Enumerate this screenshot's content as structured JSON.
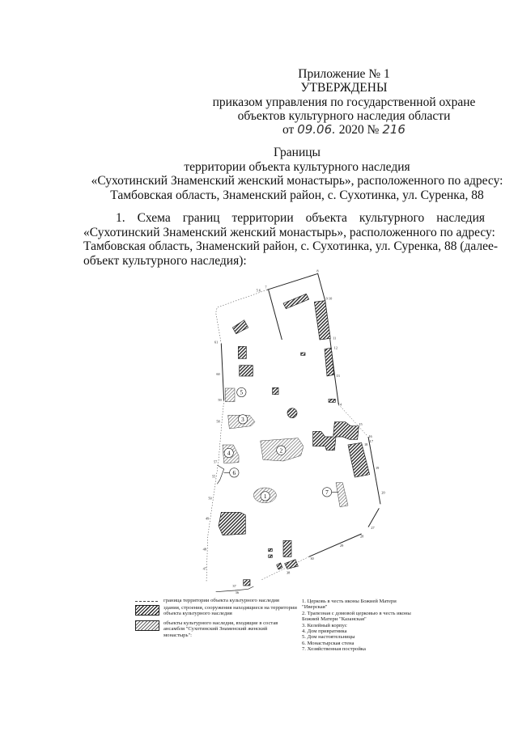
{
  "header": {
    "appendix": "Приложение № 1",
    "approved": "УТВЕРЖДЕНЫ",
    "line1": "приказом управления по государственной охране",
    "line2": "объектов культурного наследия области",
    "date_prefix": "от",
    "date_handwritten": "09.06.",
    "year": "2020",
    "number_sign": "№",
    "number_handwritten": "216"
  },
  "title": {
    "line1": "Границы",
    "line2": "территории объекта культурного наследия",
    "line3": "«Сухотинский Знаменский женский монастырь», расположенного по адресу:",
    "line4": "Тамбовская область, Знаменский район, с. Сухотинка, ул. Суренка, 88"
  },
  "paragraph": {
    "lines": [
      "1.    Схема    границ    территории    объекта    культурного    наследия",
      "«Сухотинский Знаменский женский монастырь», расположенного по адресу:",
      "Тамбовская область, Знаменский район, с. Сухотинка, ул. Суренка, 88 (далее-",
      "объект культурного наследия):"
    ]
  },
  "map": {
    "object_numbers": [
      "1",
      "2",
      "3",
      "4",
      "5",
      "6",
      "7"
    ],
    "point_labels": [
      "8",
      "9 10",
      "11",
      "12",
      "13",
      "14",
      "15",
      "16",
      "17",
      "18",
      "19",
      "20",
      "27",
      "28",
      "29",
      "30",
      "7",
      "5 6",
      "61",
      "60",
      "59",
      "58",
      "57",
      "55",
      "50",
      "49",
      "48",
      "47",
      "37",
      "36",
      "38"
    ]
  },
  "legend": {
    "items": [
      {
        "symbol": "dashed-line",
        "text": "граница территории объекта культурного наследия"
      },
      {
        "symbol": "dark-hatch",
        "text": "здания, строения, сооружения находящиеся на территории объекта культурного наследия"
      },
      {
        "symbol": "light-hatch",
        "text": "объекты культурного наследия, входящие в состав ансамбля \"Сухотинский Знаменский женский монастырь\":"
      }
    ],
    "objects": [
      "1. Церковь в честь иконы Божией Матери \"Иверская\"",
      "2. Трапезная с домовой церковью в честь иконы Божией Матери \"Казанская\"",
      "3. Келейный корпус",
      "4. Дом привратника",
      "5. Дом настоятельницы",
      "6. Монастырская стена",
      "7. Хозяйственная постройка"
    ]
  }
}
